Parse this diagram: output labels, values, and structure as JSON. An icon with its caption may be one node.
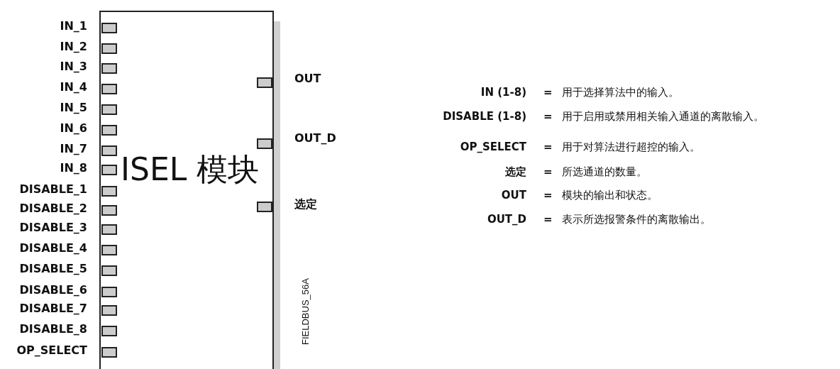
{
  "diagram": {
    "nodes": [
      {
        "text": [
          "ISEL 模块"
        ]
      }
    ],
    "labels": [
      "IN_1",
      "IN_2",
      "IN_3",
      "IN_4",
      "IN_5",
      "IN_6",
      "IN_7",
      "IN_8",
      "DISABLE_1",
      "DISABLE_2",
      "DISABLE_3",
      "DISABLE_4",
      "DISABLE_5",
      "DISABLE_6",
      "DISABLE_7",
      "DISABLE_8",
      "OP_SELECT",
      "OUT",
      "OUT_D",
      "选定",
      "FIELDBUS_56A",
      "IN (1-8)",
      "=",
      "用于选择算法中的输入。",
      "DISABLE (1-8)",
      "=",
      "用于启用或禁用相关输入通道的离散输入。",
      "OP_SELECT",
      "=",
      "用于对算法进行超控的输入。",
      "选定",
      "=",
      "所选通道的数量。",
      "OUT",
      "=",
      "模块的输出和状态。",
      "OUT_D",
      "=",
      "表示所选报警条件的离散输出。"
    ]
  }
}
